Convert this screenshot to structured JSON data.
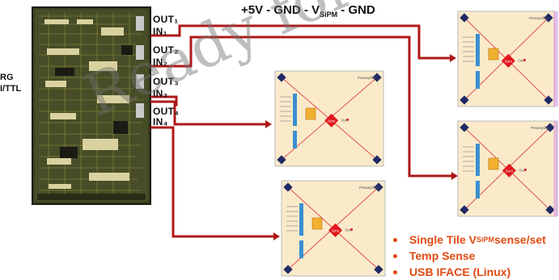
{
  "supply": {
    "prefix": "+5V -  GND  - V",
    "sub": "SiPM",
    "suffix": " - GND"
  },
  "outputs": [
    {
      "out": "OUT₁",
      "in": "IN₁"
    },
    {
      "out": "OUT₂",
      "in": "IN₂"
    },
    {
      "out": "OUT₃",
      "in": "IN₃"
    },
    {
      "out": "OUT₄",
      "in": "IN₄"
    }
  ],
  "left_labels": {
    "line1": "RG",
    "line2": "I/TTL"
  },
  "tile": {
    "title": "Preamplifier",
    "chip": "Sum",
    "out": "Out"
  },
  "bullets": [
    {
      "prefix": "Single Tile V",
      "sub": "SiPM",
      "suffix": " sense/set"
    },
    {
      "prefix": "Temp Sense",
      "sub": "",
      "suffix": ""
    },
    {
      "prefix": "USB IFACE (Linux)",
      "sub": "",
      "suffix": ""
    }
  ],
  "watermark": "Ready for a test",
  "colors": {
    "wire": "#b01818",
    "board": "#3a3f1f",
    "tile": "#fbeaca",
    "accent": "#e04a10"
  }
}
